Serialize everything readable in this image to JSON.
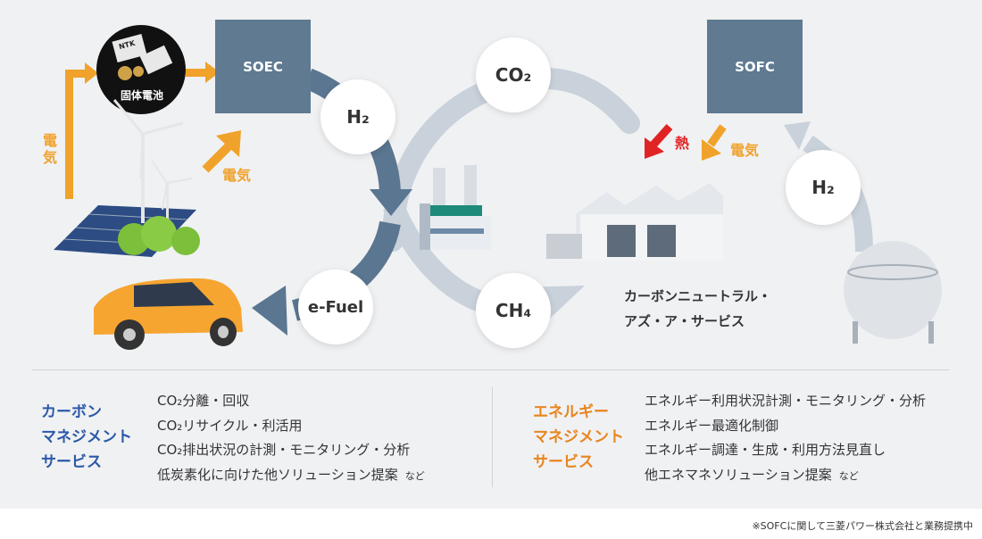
{
  "nodes": {
    "soec": "SOEC",
    "sofc": "SOFC",
    "solid_battery": "固体電池",
    "co2_bubble": "CO₂",
    "ch4_bubble": "CH₄",
    "h2_left_bubble": "H₂",
    "h2_right_bubble": "H₂",
    "efuel_bubble": "e-Fuel",
    "battery_brand": "NTK"
  },
  "labels": {
    "denki_vertical": "電気",
    "denki_diag": "電気",
    "netsu": "熱",
    "denki_right": "電気",
    "carbon_neutral_line1": "カーボンニュートラル・",
    "carbon_neutral_line2": "アズ・ア・サービス"
  },
  "services": {
    "carbon": {
      "title": [
        "カーボン",
        "マネジメント",
        "サービス"
      ],
      "items": [
        "CO₂分離・回収",
        "CO₂リサイクル・利活用",
        "CO₂排出状況の計測・モニタリング・分析",
        "低炭素化に向けた他ソリューション提案"
      ],
      "suffix": "など",
      "color": "#2b59a8"
    },
    "energy": {
      "title": [
        "エネルギー",
        "マネジメント",
        "サービス"
      ],
      "items": [
        "エネルギー利用状況計測・モニタリング・分析",
        "エネルギー最適化制御",
        "エネルギー調達・生成・利用方法見直し",
        "他エネマネソリューション提案"
      ],
      "suffix": "など",
      "color": "#e8851e"
    }
  },
  "footnote": "※SOFCに関して三菱パワー株式会社と業務提携中",
  "colors": {
    "box": "#5f7a91",
    "orange": "#f0a22a",
    "red": "#e02424",
    "cycle_arrow": "#5a7690",
    "light_arrow": "#c9d1db"
  }
}
